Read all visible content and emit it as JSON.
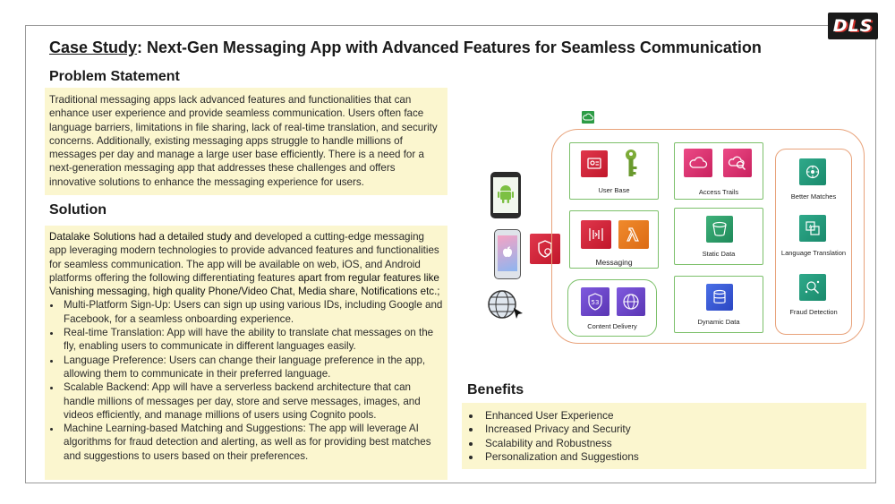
{
  "logo": {
    "text": "DLS"
  },
  "title": {
    "prefix": "Case Study",
    "rest": ": Next-Gen Messaging App with Advanced Features for Seamless Communication"
  },
  "problem": {
    "heading": "Problem Statement",
    "text": "Traditional messaging apps lack advanced features and functionalities that can enhance user experience and provide seamless communication. Users often face language barriers, limitations in file sharing, lack of real-time translation, and security concerns. Additionally, existing messaging apps struggle to handle millions of messages per day and manage a large user base efficiently. There is a need for a next-generation messaging app that addresses these challenges and offers innovative solutions to enhance the messaging experience for users."
  },
  "solution": {
    "heading": "Solution",
    "intro_a": "Datalake Solutions had a detailed study and ",
    "intro_b": "developed a cutting-edge messaging app leveraging modern technologies to provide advanced features and functionalities for seamless communication. The app will be available on web, iOS, and Android platforms offering the following differentiating features ",
    "intro_c": "apart from regular features like Vanishing messaging, high quality Phone/Video Chat, Media share, Notifications etc.;",
    "bullets": [
      "Multi-Platform Sign-Up: Users can sign up using various IDs, including Google and Facebook, for a seamless onboarding experience.",
      "Real-time Translation: App will have the ability to translate chat messages on the fly, enabling users to communicate in different languages easily.",
      "Language Preference: Users can change their language preference in the app, allowing them to communicate in their preferred language.",
      "Scalable Backend: App will have a serverless backend architecture that can handle millions of messages per day, store and serve messages, images, and videos efficiently, and manage millions of users using Cognito pools.",
      "Machine Learning-based Matching and Suggestions: The app will leverage AI algorithms for fraud detection and alerting, as well as for providing best matches and suggestions to users based on their preferences."
    ]
  },
  "benefits": {
    "heading": "Benefits",
    "items": [
      "Enhanced User Experience",
      "Increased Privacy and Security",
      "Scalability and Robustness",
      "Personalization and Suggestions"
    ]
  },
  "diagram": {
    "nodes": {
      "user_base": "User Base",
      "access_trails": "Access Trails",
      "messaging": "Messaging",
      "static_data": "Static Data",
      "content_delivery": "Content Delivery",
      "dynamic_data": "Dynamic Data",
      "better_matches": "Better Matches",
      "language_translation": "Language Translation",
      "fraud_detection": "Fraud Detection"
    },
    "devices": [
      "android-phone-icon",
      "iphone-icon",
      "web-globe-icon"
    ],
    "icons": [
      "cognito-icon",
      "iam-icon",
      "cloudtrail-icon",
      "cloudwatch-icon",
      "api-gateway-icon",
      "lambda-icon",
      "s3-icon",
      "route53-icon",
      "cloudfront-icon",
      "dynamodb-icon",
      "personalize-icon",
      "translate-icon",
      "fraud-detector-icon",
      "waf-icon"
    ],
    "colors": {
      "orange_border": "#e8a27a",
      "green_border": "#7cc06a",
      "highlight": "#fbf6cf"
    }
  }
}
